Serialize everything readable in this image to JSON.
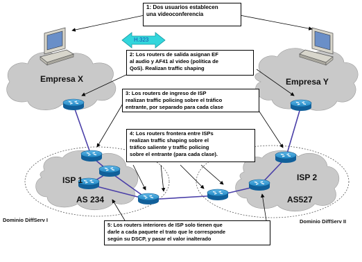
{
  "notes": {
    "step1": "1: Dos usuarios establecen\nuna videoconferencia",
    "step2": "2: Los routers de salida asignan EF\nal audio y AF41 al video (política de\nQoS). Realizan traffic shaping",
    "step3": "3: Los routers de ingreso de ISP\nrealizan traffic policing sobre el tráfico\nentrante, por separado para cada clase",
    "step4": "4: Los routers frontera entre ISPs\nrealizan traffic shaping sobre el\ntráfico saliente y traffic policing\nsobre el entrante (para cada clase).",
    "step5": "5: Los routers interiores de ISP solo tienen que\ndarle a cada paquete el trato que le corresponde\nsegún su DSCP, y pasar el valor inalterado"
  },
  "labels": {
    "empresa_x": "Empresa X",
    "empresa_y": "Empresa Y",
    "isp1": "ISP 1",
    "as234": "AS 234",
    "isp2": "ISP 2",
    "as527": "AS527",
    "h323": "H.323",
    "dominio1": "Dominio DiffServ I",
    "dominio2": "Dominio DiffServ II"
  },
  "colors": {
    "cloud": "#c9c9c9",
    "router": "#1d84bf",
    "link": "#4a3fa8",
    "arrow_shape": "#32d6dc"
  }
}
